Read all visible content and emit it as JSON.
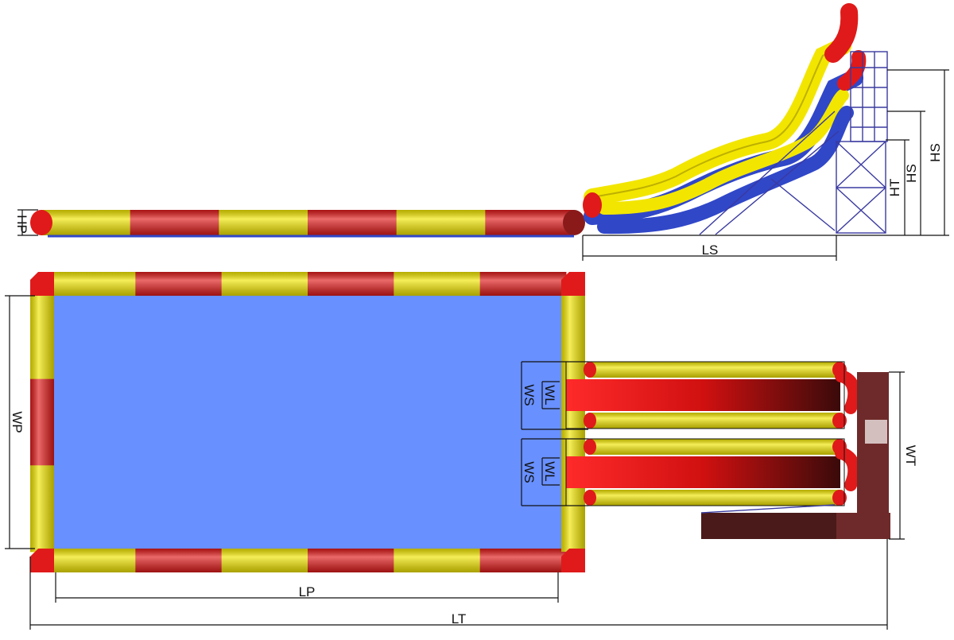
{
  "labels": {
    "hp": "HP",
    "ls": "LS",
    "hs_outer": "HS",
    "hs_inner": "HS",
    "ht": "HT",
    "wp": "WP",
    "lp": "LP",
    "lt": "LT",
    "ws_top": "WS",
    "wl_top": "WL",
    "ws_bottom": "WS",
    "wl_bottom": "WL",
    "wt": "WT"
  },
  "colors": {
    "red": "#e01a1a",
    "yellow": "#f2e600",
    "blue_pool": "#6890ff",
    "blue_slide": "#3047c8",
    "frame": "#3a3aa0",
    "platform": "#6e2a2a",
    "lane_red": "#e01a1a",
    "lane_dark": "#8a0a0a"
  }
}
